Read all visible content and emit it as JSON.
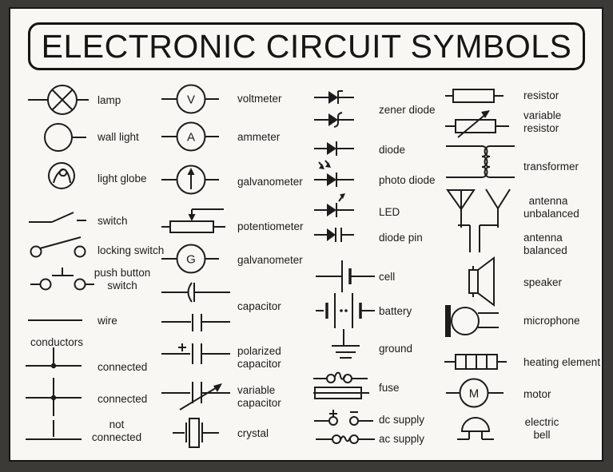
{
  "title": "ELECTRONIC CIRCUIT SYMBOLS",
  "colors": {
    "frame": "#3b3a37",
    "panel": "#f8f7f3",
    "ink": "#1c1c1c"
  },
  "letters": {
    "voltmeter": "V",
    "ammeter": "A",
    "galvanometer": "G",
    "motor": "M"
  },
  "columns": [
    {
      "items": [
        {
          "label": "lamp"
        },
        {
          "label": "wall light"
        },
        {
          "label": "light globe"
        },
        {
          "label": "switch"
        },
        {
          "label": "locking switch"
        },
        {
          "label": "push button\nswitch"
        },
        {
          "label": "wire"
        },
        {
          "label": "conductors"
        },
        {
          "label": "connected"
        },
        {
          "label": "connected"
        },
        {
          "label": "not\nconnected"
        }
      ]
    },
    {
      "items": [
        {
          "label": "voltmeter"
        },
        {
          "label": "ammeter"
        },
        {
          "label": "galvanometer"
        },
        {
          "label": "potentiometer"
        },
        {
          "label": "galvanometer"
        },
        {
          "label": "capacitor"
        },
        {
          "label": "polarized\ncapacitor"
        },
        {
          "label": "variable\ncapacitor"
        },
        {
          "label": "crystal"
        }
      ]
    },
    {
      "items": [
        {
          "label": "zener diode"
        },
        {
          "label": "diode"
        },
        {
          "label": "photo diode"
        },
        {
          "label": "LED"
        },
        {
          "label": "diode pin"
        },
        {
          "label": "cell"
        },
        {
          "label": "battery"
        },
        {
          "label": "ground"
        },
        {
          "label": "fuse"
        },
        {
          "label": "dc supply"
        },
        {
          "label": "ac supply"
        }
      ]
    },
    {
      "items": [
        {
          "label": "resistor"
        },
        {
          "label": "variable\nresistor"
        },
        {
          "label": "transformer"
        },
        {
          "label": "antenna\nunbalanced"
        },
        {
          "label": "antenna\nbalanced"
        },
        {
          "label": "speaker"
        },
        {
          "label": "microphone"
        },
        {
          "label": "heating element"
        },
        {
          "label": "motor"
        },
        {
          "label": "electric\nbell"
        }
      ]
    }
  ]
}
